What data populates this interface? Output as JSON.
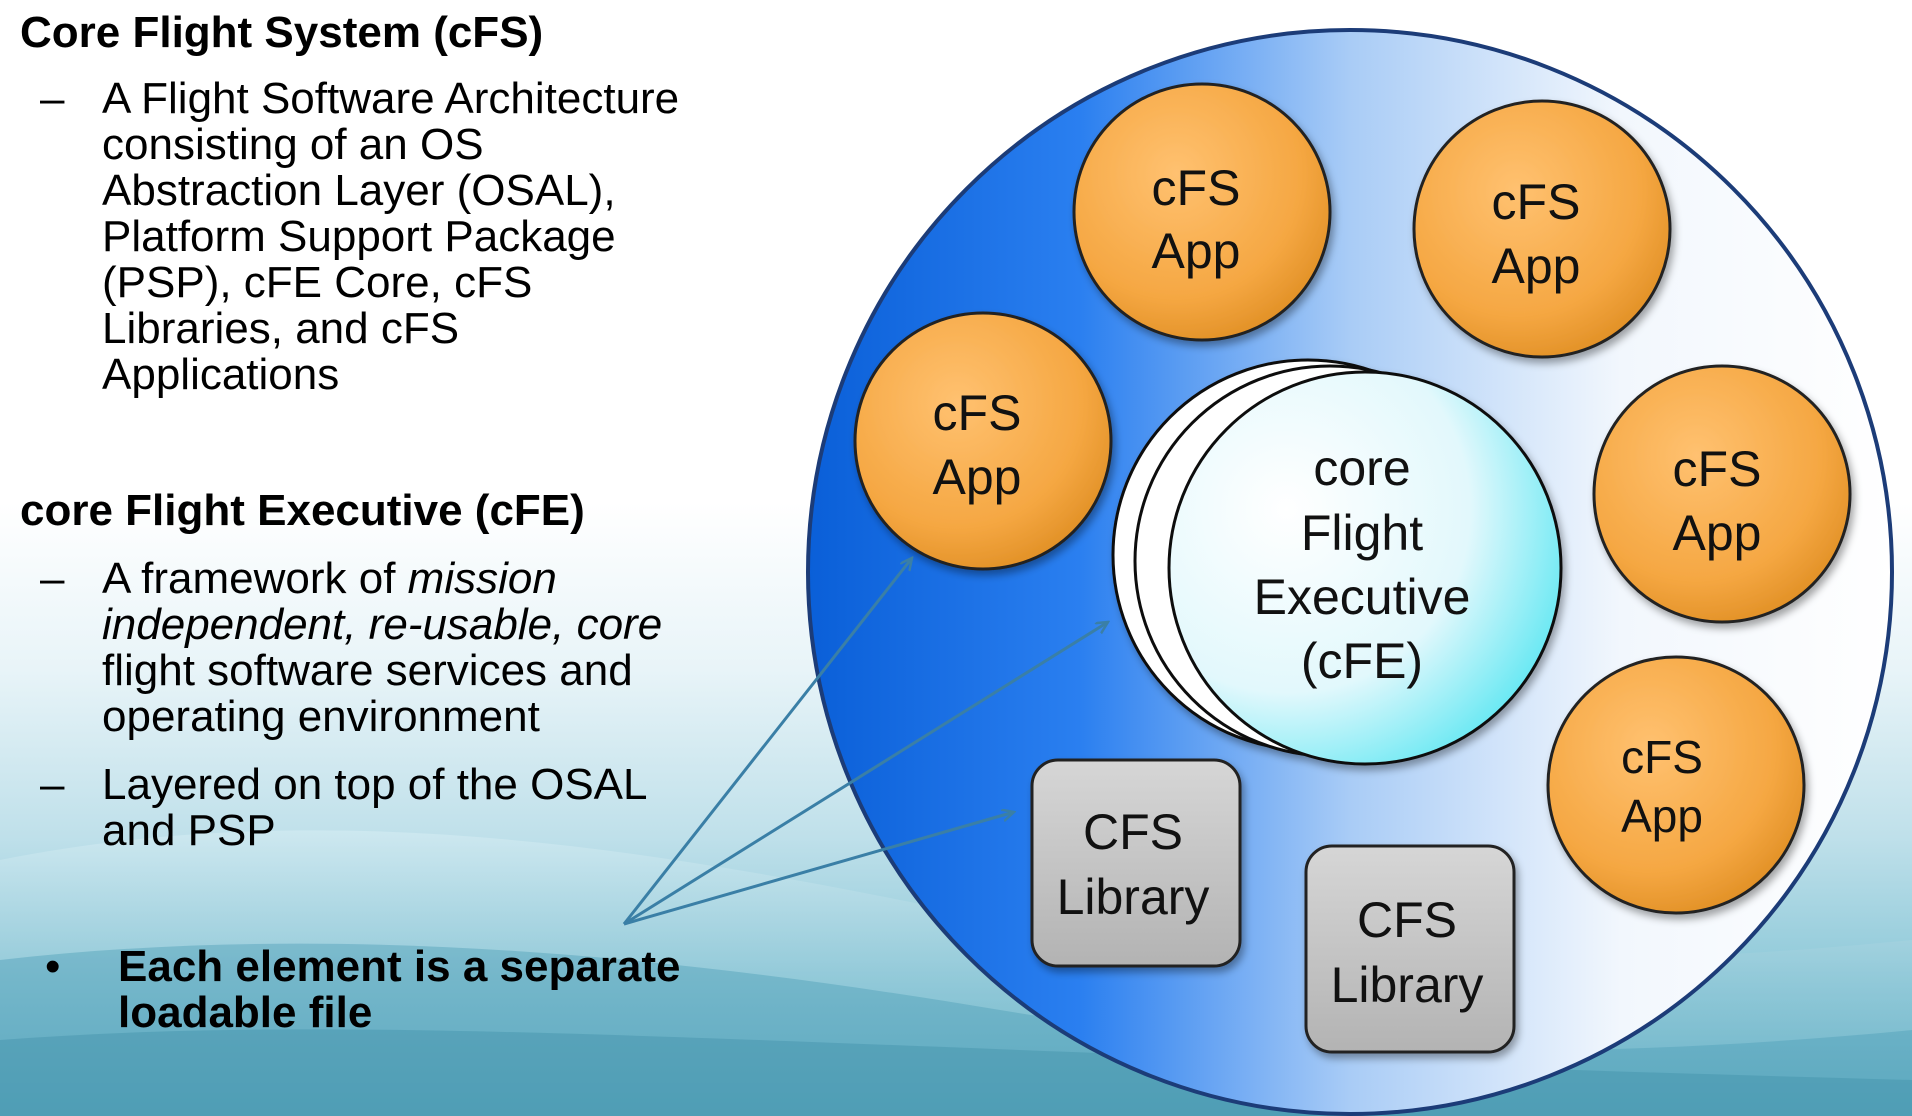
{
  "cfs_section": {
    "heading": "Core Flight System (cFS)",
    "dash": "–",
    "line1": "A Flight Software Architecture",
    "line2": "consisting of an OS",
    "line3": "Abstraction Layer (OSAL),",
    "line4": "Platform Support Package",
    "line5": "(PSP), cFE Core, cFS",
    "line6": "Libraries, and cFS",
    "line7": "Applications"
  },
  "cfe_section": {
    "heading": "core Flight Executive (cFE)",
    "item1_prefix": "A framework of ",
    "item1_italic1": "mission",
    "item1_italic2": "independent, re-usable, core",
    "item1_line3": "flight software services and",
    "item1_line4": "operating environment",
    "item2_line1": "Layered on top of the OSAL",
    "item2_line2": "and PSP"
  },
  "bullet": {
    "dot": "•",
    "line1": "Each element is a separate",
    "line2": "loadable file"
  },
  "diagram": {
    "app_line1": "cFS",
    "app_line2": "App",
    "library_line1": "CFS",
    "library_line2": "Library",
    "core_line1": "core",
    "core_line2": "Flight",
    "core_line3": "Executive",
    "core_line4": "(cFE)"
  },
  "colors": {
    "app_fill": "#f5a742",
    "library_fill": "#c4c4c4",
    "blue": "#1a73e0",
    "arrow": "#3a7fa6"
  }
}
